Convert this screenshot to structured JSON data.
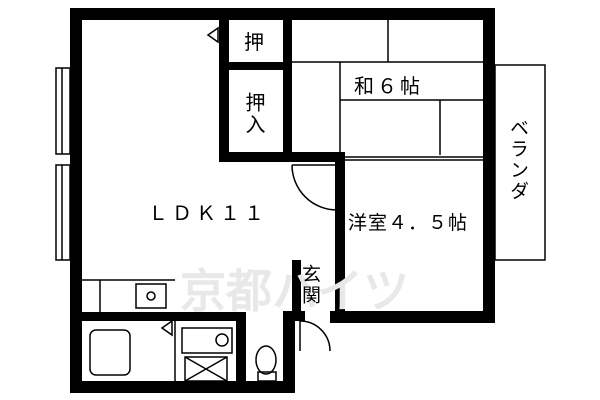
{
  "rooms": {
    "ldk": "ＬＤＫ１１",
    "washitsu": "和６帖",
    "youshitsu": "洋室４．５帖",
    "oshi_top": "押",
    "oshiire": "押入",
    "balcony": "ベランダ",
    "genkan": "玄関"
  },
  "watermark": "京都ハイツ",
  "colors": {
    "wall": "#000000",
    "line": "#000000",
    "watermark": "#e8e8e8"
  }
}
